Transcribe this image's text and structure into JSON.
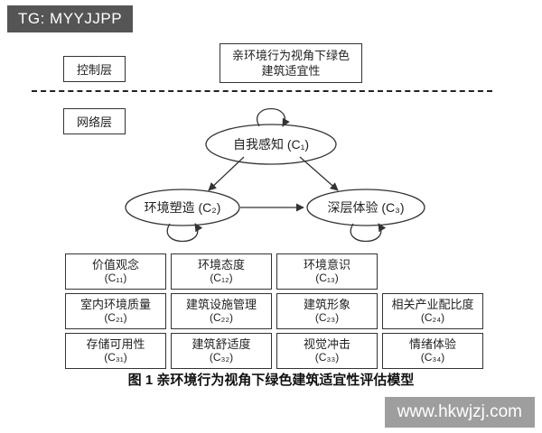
{
  "watermarks": {
    "top": "TG: MYYJJPP",
    "bottom": "www.hkwjzj.com"
  },
  "layers": {
    "control": "控制层",
    "network": "网络层"
  },
  "goal": {
    "line1": "亲环境行为视角下绿色",
    "line2": "建筑适宜性"
  },
  "nodes": {
    "c1": "自我感知 (C₁)",
    "c2": "环境塑造 (C₂)",
    "c3": "深层体验 (C₃)"
  },
  "indicators": [
    [
      {
        "label": "价值观念",
        "code": "(C₁₁)"
      },
      {
        "label": "环境态度",
        "code": "(C₁₂)"
      },
      {
        "label": "环境意识",
        "code": "(C₁₃)"
      }
    ],
    [
      {
        "label": "室内环境质量",
        "code": "(C₂₁)"
      },
      {
        "label": "建筑设施管理",
        "code": "(C₂₂)"
      },
      {
        "label": "建筑形象",
        "code": "(C₂₃)"
      },
      {
        "label": "相关产业配比度",
        "code": "(C₂₄)"
      }
    ],
    [
      {
        "label": "存储可用性",
        "code": "(C₃₁)"
      },
      {
        "label": "建筑舒适度",
        "code": "(C₃₂)"
      },
      {
        "label": "视觉冲击",
        "code": "(C₃₃)"
      },
      {
        "label": "情绪体验",
        "code": "(C₃₄)"
      }
    ]
  ],
  "caption": "图 1  亲环境行为视角下绿色建筑适宜性评估模型",
  "colors": {
    "line": "#333333",
    "watermark_top_bg": "#555555",
    "watermark_bottom_bg": "#9e9e9e"
  }
}
